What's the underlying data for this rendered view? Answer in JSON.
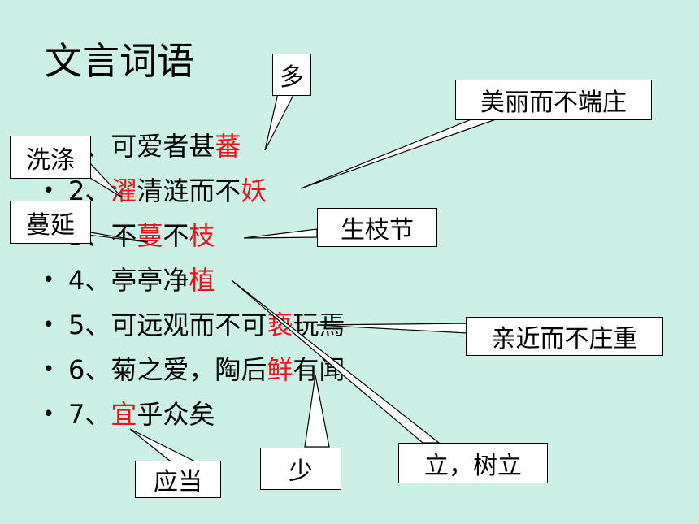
{
  "title": "文言词语",
  "bullet_symbol": "•",
  "lines": [
    {
      "number": "1",
      "sep": "、",
      "pre": "可爱者甚",
      "key": "蕃",
      "post": ""
    },
    {
      "number": "2",
      "sep": "、",
      "pre": "",
      "key": "濯",
      "mid": "清涟而不",
      "key2": "妖",
      "post": ""
    },
    {
      "number": "3",
      "sep": "、",
      "pre": "不",
      "key": "蔓",
      "mid": "不",
      "key2": "枝",
      "post": ""
    },
    {
      "number": "4",
      "sep": "、",
      "pre": "亭亭净",
      "key": "植",
      "post": ""
    },
    {
      "number": "5",
      "sep": "、",
      "pre": "可远观而不可",
      "key": "亵",
      "post": "玩焉"
    },
    {
      "number": "6",
      "sep": "、",
      "pre": "菊之爱，陶后",
      "key": "鲜",
      "post": "有闻"
    },
    {
      "number": "7",
      "sep": "、",
      "pre": "",
      "key": "宜",
      "post": "乎众矣"
    }
  ],
  "callouts": {
    "duo": "多",
    "meili": "美丽而不端庄",
    "xidi": "洗涤",
    "manyan": "蔓延",
    "shengzhijie": "生枝节",
    "qinjin": "亲近而不庄重",
    "shao": "少",
    "lishuli": "立，树立",
    "yingdang": "应当"
  }
}
